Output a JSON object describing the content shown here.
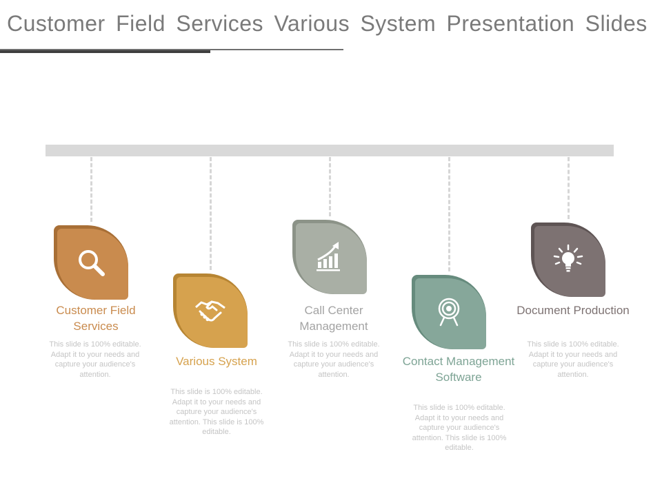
{
  "slide": {
    "title": "Customer Field Services Various System Presentation Slides"
  },
  "colors": {
    "item1": "#c98b4e",
    "item2": "#d6a24e",
    "item3": "#a9afa5",
    "item4": "#86a79a",
    "item5": "#7d7272"
  },
  "items": [
    {
      "heading": "Customer Field Services",
      "description": "This slide is 100% editable. Adapt it to your needs and capture your audience's attention.",
      "icon": "search-icon"
    },
    {
      "heading": "Various System",
      "description": "This slide is 100% editable. Adapt it to your needs and capture your audience's attention. This slide is 100% editable.",
      "icon": "handshake-icon"
    },
    {
      "heading": "Call Center Management",
      "description": "This slide is 100% editable. Adapt it to your needs and capture your audience's attention.",
      "icon": "growth-chart-icon"
    },
    {
      "heading": "Contact Management Software",
      "description": "This slide is 100% editable. Adapt it to your needs and capture your audience's attention. This slide is 100% editable.",
      "icon": "target-icon"
    },
    {
      "heading": "Document Production",
      "description": "This slide is 100% editable. Adapt it to your needs and capture your audience's attention.",
      "icon": "lightbulb-icon"
    }
  ]
}
